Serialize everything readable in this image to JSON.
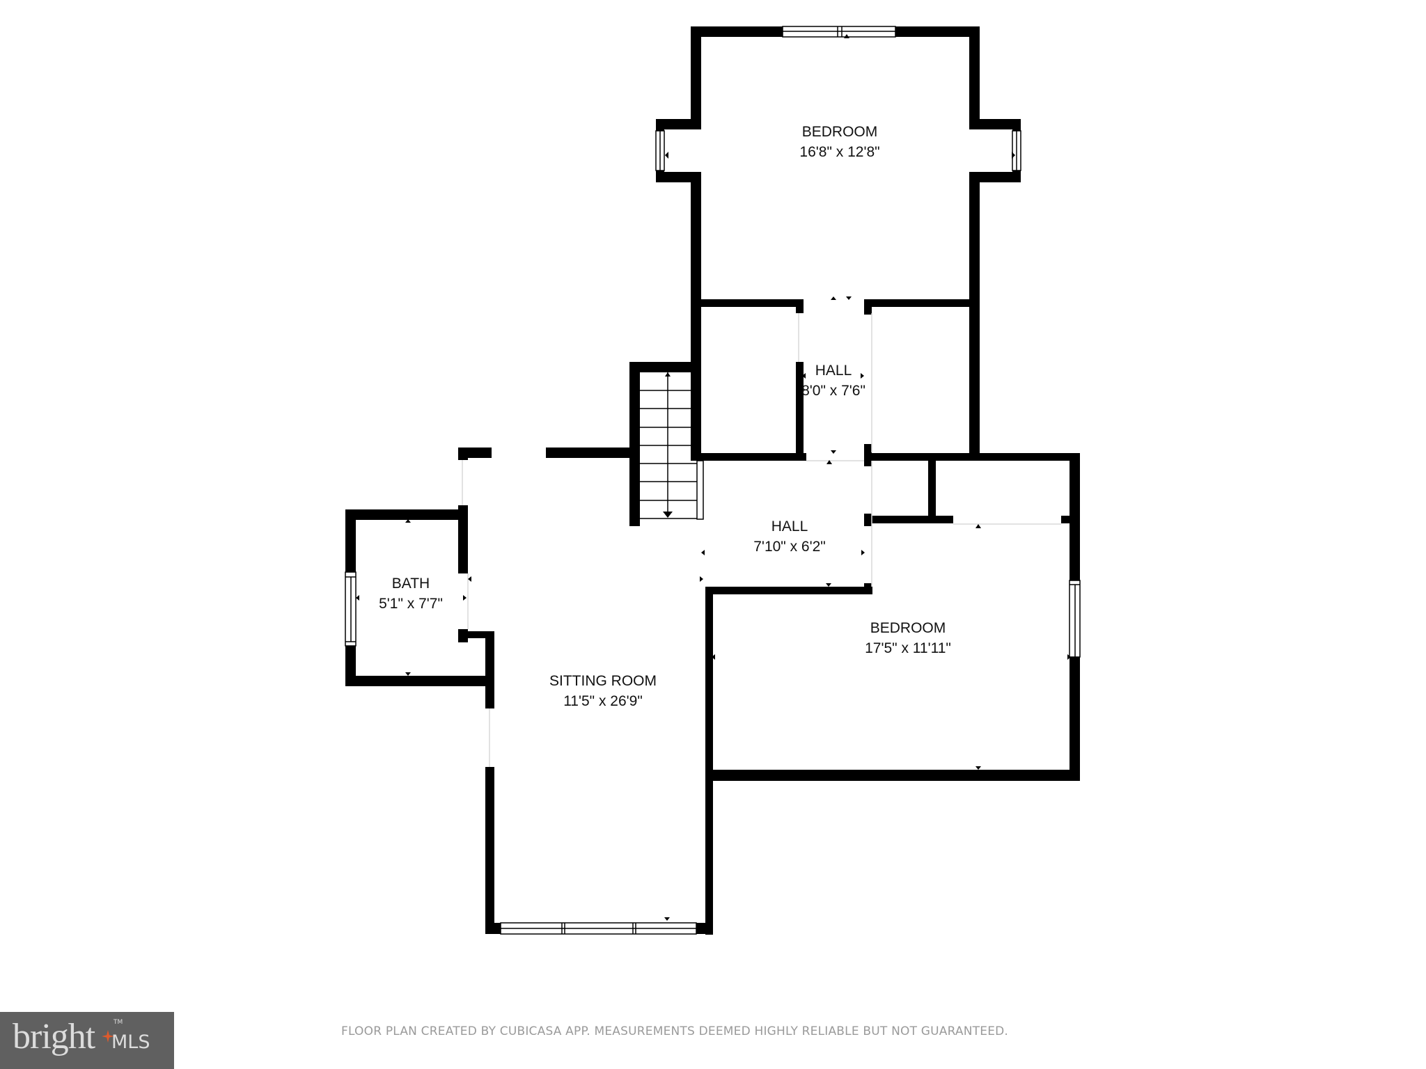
{
  "floor_plan": {
    "rooms": [
      {
        "id": "bedroom-top",
        "name": "BEDROOM",
        "dimensions": "16'8\" x 12'8\""
      },
      {
        "id": "hall-upper",
        "name": "HALL",
        "dimensions": "8'0\" x 7'6\""
      },
      {
        "id": "hall-lower",
        "name": "HALL",
        "dimensions": "7'10\" x 6'2\""
      },
      {
        "id": "bath",
        "name": "BATH",
        "dimensions": "5'1\" x 7'7\""
      },
      {
        "id": "sitting-room",
        "name": "SITTING ROOM",
        "dimensions": "11'5\" x 26'9\""
      },
      {
        "id": "bedroom-right",
        "name": "BEDROOM",
        "dimensions": "17'5\" x 11'11\""
      }
    ],
    "colors": {
      "wall": "#000000",
      "background": "#ffffff",
      "opening": "#d8d8d8"
    }
  },
  "footer": {
    "disclaimer": "FLOOR PLAN CREATED BY CUBICASA APP. MEASUREMENTS DEEMED HIGHLY RELIABLE BUT NOT GUARANTEED.",
    "logo": {
      "word": "bright",
      "suffix": "MLS",
      "tm": "TM",
      "bg_color": "#606060",
      "accent_color": "#e05a2b"
    }
  }
}
